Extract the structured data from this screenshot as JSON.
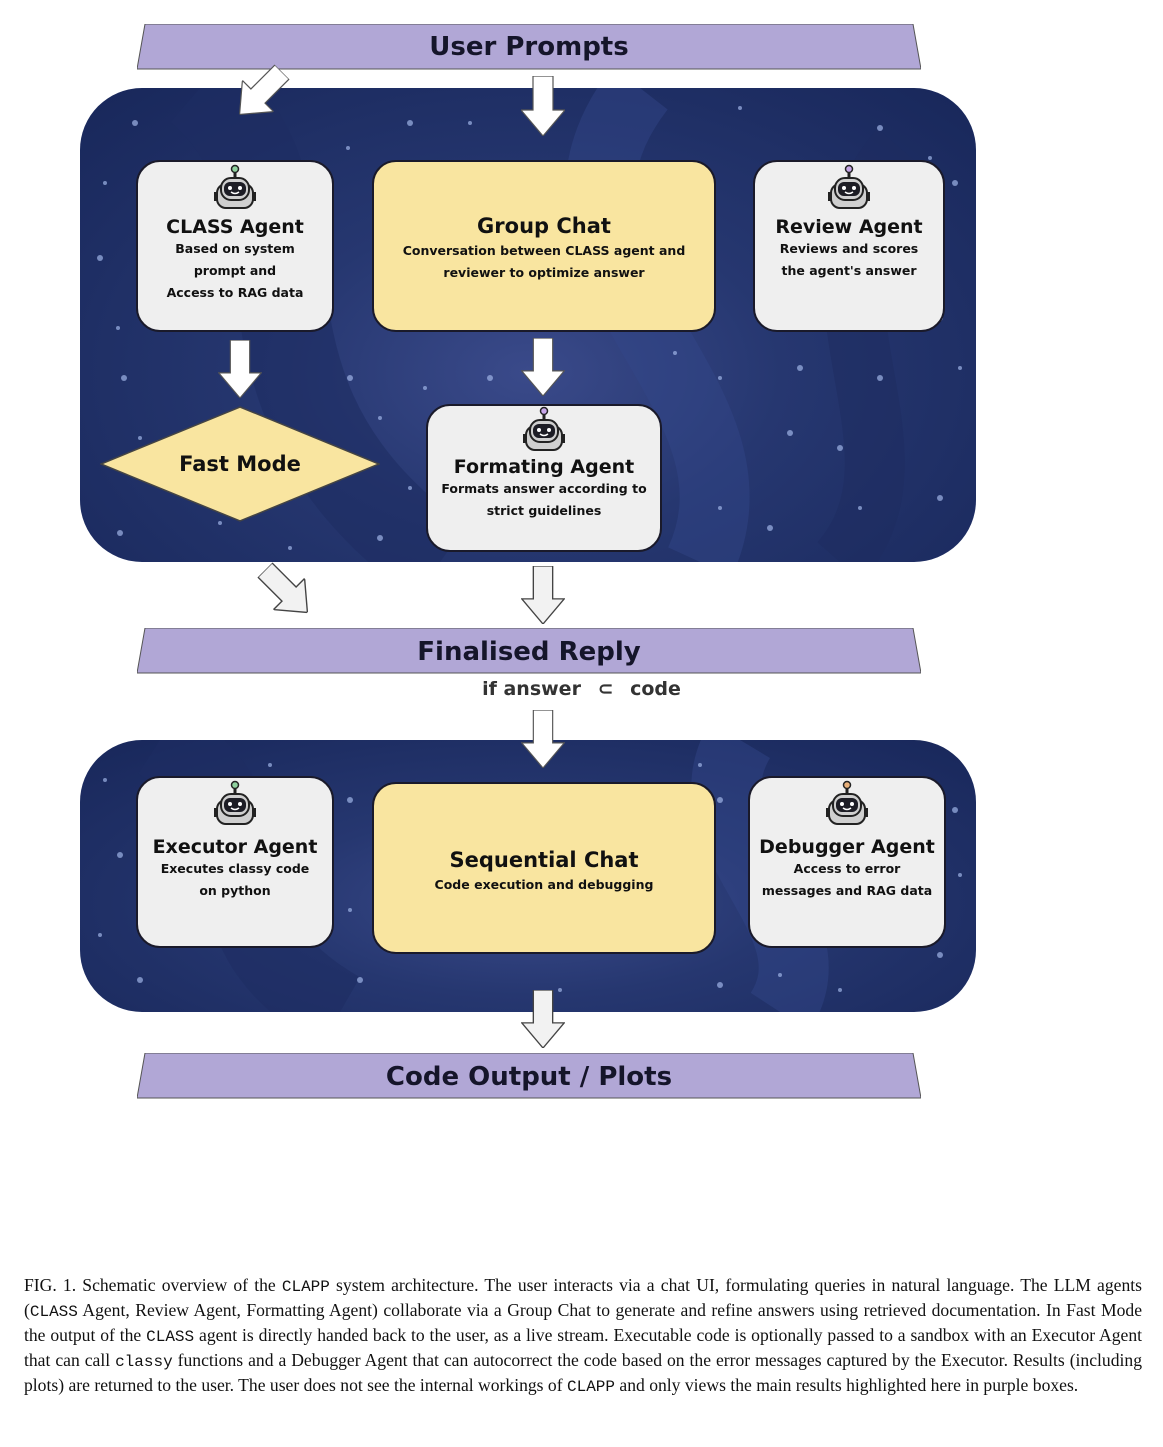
{
  "banners": {
    "user_prompts": "User Prompts",
    "finalised_reply": "Finalised Reply",
    "code_output": "Code Output / Plots"
  },
  "condition": {
    "prefix": "if answer",
    "symbol": "⊂",
    "suffix": "code"
  },
  "agents": {
    "class_agent": {
      "title": "CLASS Agent",
      "desc": "Based on system\nprompt and\nAccess to RAG data"
    },
    "group_chat": {
      "title": "Group Chat",
      "desc": "Conversation between CLASS agent and\nreviewer to optimize answer"
    },
    "review_agent": {
      "title": "Review Agent",
      "desc": "Reviews and scores\nthe agent's answer"
    },
    "fast_mode": {
      "title": "Fast Mode"
    },
    "formatting_agent": {
      "title": "Formating Agent",
      "desc": "Formats answer according to\nstrict guidelines"
    },
    "executor_agent": {
      "title": "Executor Agent",
      "desc": "Executes classy code\non python"
    },
    "sequential_chat": {
      "title": "Sequential Chat",
      "desc": "Code execution and debugging"
    },
    "debugger_agent": {
      "title": "Debugger Agent",
      "desc": "Access to error\nmessages and RAG data"
    }
  },
  "colors": {
    "banner": "#b1a7d6",
    "panel": "#263770",
    "card_grey": "#efefef",
    "card_yellow": "#f9e5a0",
    "antenna_green": "#8fd19e",
    "antenna_purple": "#c7a6e8",
    "antenna_orange": "#e8b07a"
  },
  "caption": {
    "p1": "FIG. 1. Schematic overview of the ",
    "m1": "CLAPP",
    "p2": " system architecture. The user interacts via a chat UI, formulating queries in natural language. The LLM agents (",
    "m2": "CLASS",
    "p3": " Agent, Review Agent, Formatting Agent) collaborate via a Group Chat to generate and refine answers using retrieved documentation. In Fast Mode the output of the ",
    "m3": "CLASS",
    "p4": " agent is directly handed back to the user, as a live stream. Executable code is optionally passed to a sandbox with an Executor Agent that can call ",
    "m4": "classy",
    "p5": " functions and a Debugger Agent that can autocorrect the code based on the error messages captured by the Executor. Results (including plots) are returned to the user. The user does not see the internal workings of ",
    "m5": "CLAPP",
    "p6": " and only views the main results highlighted here in purple boxes."
  }
}
